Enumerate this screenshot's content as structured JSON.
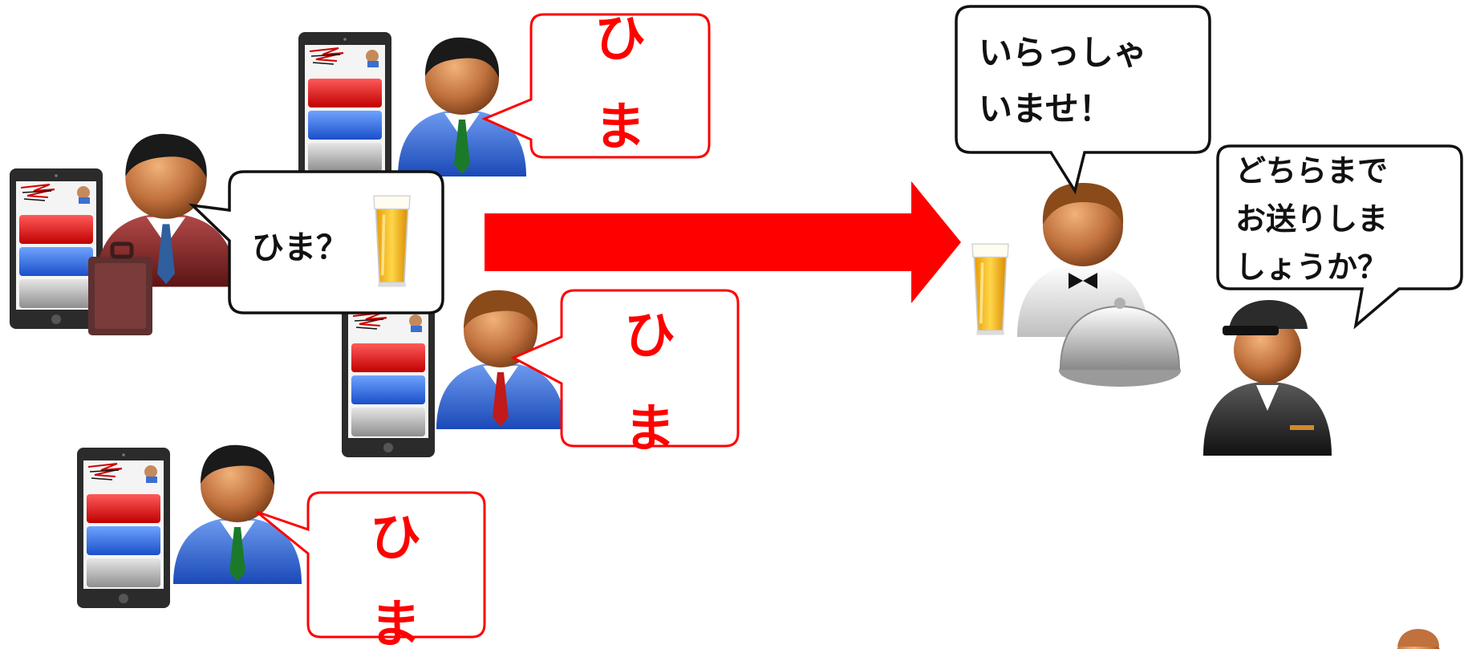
{
  "speech": {
    "invite": "ひま？",
    "reply_1": "ひ",
    "reply_2": "ま",
    "waiter_line1": "いらっしゃ",
    "waiter_line2": "いませ！",
    "driver_line1": "どちらまで",
    "driver_line2": "お送りしま",
    "driver_line3": "しょうか？"
  },
  "colors": {
    "accent_red": "#ff0000",
    "bubble_border": "#111111",
    "reply_border": "#ff0000"
  },
  "icons": [
    "tablet-icon",
    "businessman-icon",
    "briefcase-icon",
    "beer-icon",
    "waiter-icon",
    "cloche-icon",
    "driver-icon",
    "arrow-icon"
  ]
}
